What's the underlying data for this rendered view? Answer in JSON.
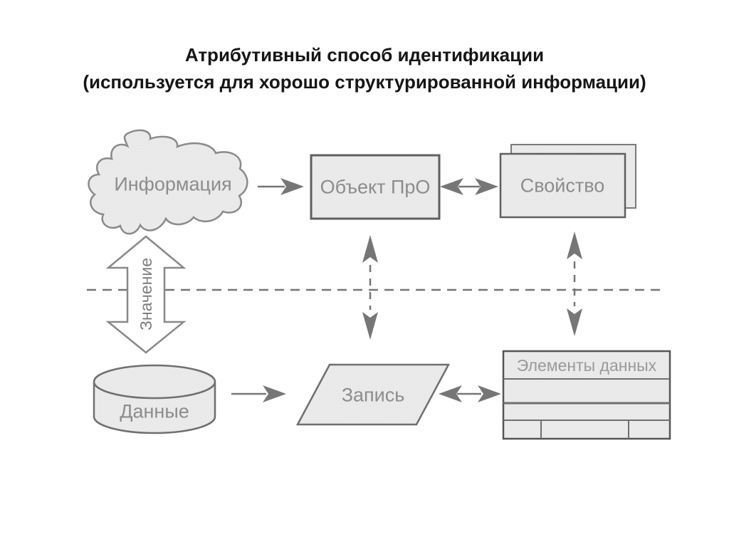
{
  "title": {
    "line1": "Атрибутивный способ идентификации",
    "line2": "(используется для хорошо структурированной информации)"
  },
  "diagram": {
    "nodes": {
      "information": {
        "label": "Информация",
        "shape": "cloud"
      },
      "object_pro": {
        "label": "Объект ПрО",
        "shape": "rectangle"
      },
      "property": {
        "label": "Свойство",
        "shape": "stacked-rectangles"
      },
      "data": {
        "label": "Данные",
        "shape": "cylinder"
      },
      "record": {
        "label": "Запись",
        "shape": "parallelogram"
      },
      "data_elements": {
        "label": "Элементы данных",
        "shape": "table"
      }
    },
    "value_link": {
      "label": "Значение",
      "style": "outlined-block-double-arrow",
      "direction": "two-way",
      "between": [
        "information",
        "data"
      ]
    },
    "edges": [
      {
        "from": "information",
        "to": "object_pro",
        "style": "solid",
        "direction": "one-way"
      },
      {
        "from": "object_pro",
        "to": "property",
        "style": "solid",
        "direction": "two-way"
      },
      {
        "from": "data",
        "to": "record",
        "style": "solid",
        "direction": "one-way"
      },
      {
        "from": "record",
        "to": "data_elements",
        "style": "solid",
        "direction": "two-way"
      },
      {
        "from": "object_pro",
        "to": "record",
        "style": "dashed",
        "direction": "two-way"
      },
      {
        "from": "property",
        "to": "data_elements",
        "style": "dashed",
        "direction": "two-way"
      }
    ],
    "divider": {
      "style": "dashed-line",
      "orientation": "horizontal"
    },
    "colors": {
      "background": "#ffffff",
      "title_text": "#161616",
      "shape_fill": "#e9e9e9",
      "shape_stroke": "#6f6f6f",
      "label_text": "#8c8c8c",
      "arrow": "#767676"
    }
  }
}
